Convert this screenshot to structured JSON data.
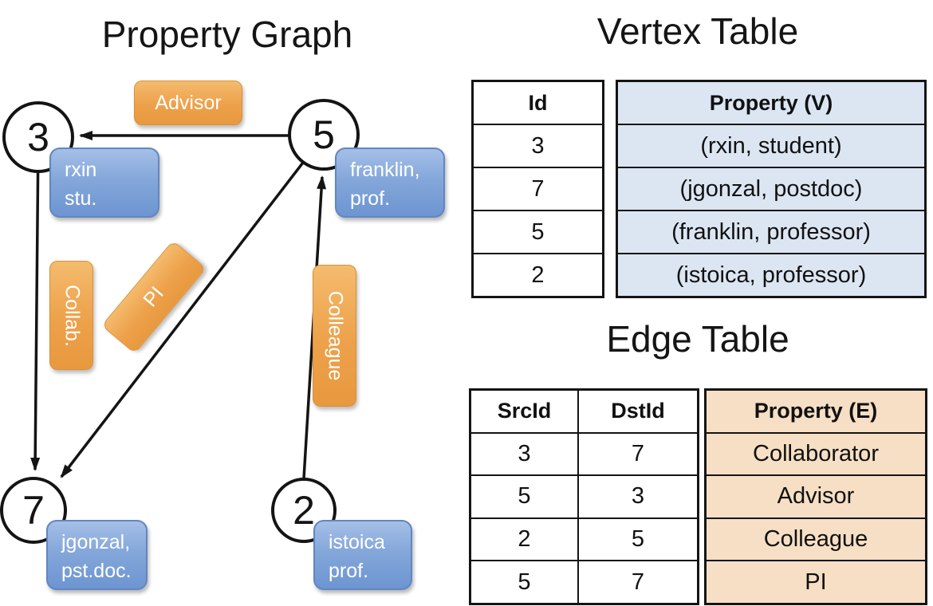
{
  "graph": {
    "title": "Property Graph",
    "nodes": [
      {
        "id": "3",
        "line1": "rxin",
        "line2": "stu."
      },
      {
        "id": "5",
        "line1": "franklin,",
        "line2": "prof."
      },
      {
        "id": "7",
        "line1": "jgonzal,",
        "line2": "pst.doc."
      },
      {
        "id": "2",
        "line1": "istoica",
        "line2": "prof."
      }
    ],
    "edge_labels": {
      "advisor": "Advisor",
      "collab": "Collab.",
      "pi": "PI",
      "colleague": "Colleague"
    },
    "edges": [
      {
        "from": "5",
        "to": "3",
        "label": "Advisor"
      },
      {
        "from": "3",
        "to": "7",
        "label": "Collab."
      },
      {
        "from": "5",
        "to": "7",
        "label": "PI"
      },
      {
        "from": "2",
        "to": "5",
        "label": "Colleague"
      }
    ]
  },
  "vertex_table": {
    "title": "Vertex Table",
    "columns": {
      "id": "Id",
      "property": "Property (V)"
    },
    "rows": [
      {
        "id": "3",
        "property": "(rxin, student)"
      },
      {
        "id": "7",
        "property": "(jgonzal, postdoc)"
      },
      {
        "id": "5",
        "property": "(franklin, professor)"
      },
      {
        "id": "2",
        "property": "(istoica, professor)"
      }
    ]
  },
  "edge_table": {
    "title": "Edge Table",
    "columns": {
      "src": "SrcId",
      "dst": "DstId",
      "property": "Property (E)"
    },
    "rows": [
      {
        "src": "3",
        "dst": "7",
        "property": "Collaborator"
      },
      {
        "src": "5",
        "dst": "3",
        "property": "Advisor"
      },
      {
        "src": "2",
        "dst": "5",
        "property": "Colleague"
      },
      {
        "src": "5",
        "dst": "7",
        "property": "PI"
      }
    ]
  },
  "colors": {
    "vertex_property_bg": "#dce6f3",
    "edge_property_bg": "#f6dfc4",
    "node_label_blue": "#6d95d1",
    "edge_label_orange": "#eda14a",
    "line_black": "#141414"
  }
}
